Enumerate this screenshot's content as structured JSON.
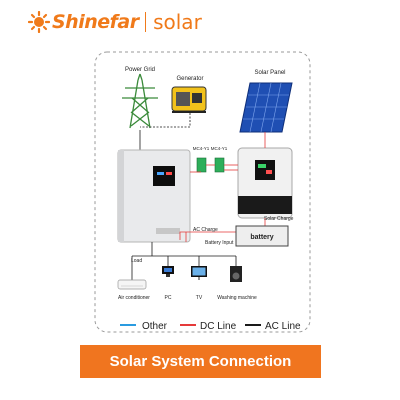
{
  "brand": {
    "name": "Shinefar",
    "product": "solar"
  },
  "diagram": {
    "power_grid": "Power Grid",
    "generator": "Generator",
    "solar_panel": "Solar Panel",
    "ac_charge": "AC Charge",
    "battery_input": "Battery Input",
    "solar_charge": "Solar Charge",
    "battery": "battery",
    "load": "Load",
    "breaker_1": "MC4-Y1",
    "breaker_2": "MC4-Y1",
    "loads": [
      "Air conditioner",
      "PC",
      "TV",
      "Washing machine"
    ]
  },
  "legend": [
    {
      "label": "Other",
      "color": "#2a9be0"
    },
    {
      "label": "DC Line",
      "color": "#e53a3a"
    },
    {
      "label": "AC Line",
      "color": "#1a1a1a"
    }
  ],
  "banner": {
    "title": "Solar System Connection"
  },
  "colors": {
    "accent": "#f07a1a",
    "banner": "#f0751f",
    "other_line": "#2a9be0",
    "dc_line": "#e53a3a",
    "ac_line": "#1a1a1a"
  }
}
